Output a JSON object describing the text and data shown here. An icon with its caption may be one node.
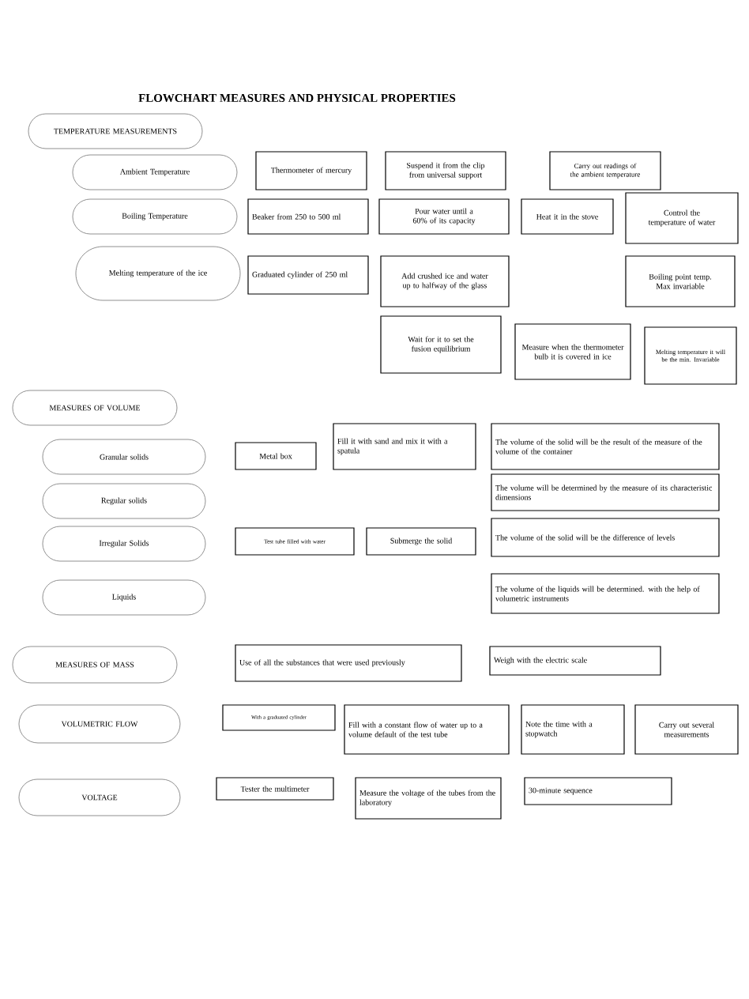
{
  "diagram": {
    "title": "FLOWCHART MEASURES AND PHYSICAL PROPERTIES",
    "nodes": [
      {
        "text": [
          "TEMPERATURE MEASUREMENTS"
        ]
      },
      {
        "text": [
          "Ambient Temperature"
        ]
      },
      {
        "text": [
          "Boiling Temperature"
        ]
      },
      {
        "text": [
          "Melting temperature of the ice"
        ]
      },
      {
        "text": [
          "Thermometer of mercury"
        ]
      },
      {
        "text": [
          "Suspend it from the clip from universal support"
        ]
      },
      {
        "text": [
          "Carry out readings of the ambient temperature"
        ]
      },
      {
        "text": [
          "Beaker from 250 to 500 ml"
        ]
      },
      {
        "text": [
          "Pour water until a 60% of its capacity"
        ]
      },
      {
        "text": [
          "Heat it in the stove"
        ]
      },
      {
        "text": [
          "Control the temperature of water"
        ]
      },
      {
        "text": [
          "Graduated cylinder of 250 ml"
        ]
      },
      {
        "text": [
          "Add crushed ice and water up to halfway of the glass"
        ]
      },
      {
        "text": [
          "Boiling point temp. Max invariable"
        ]
      },
      {
        "text": [
          "Wait for it to set the fusion equilibrium"
        ]
      },
      {
        "text": [
          "Measure when the thermometer bulb it is covered in ice"
        ]
      },
      {
        "text": [
          "Melting temperature it will be the min. Invariable"
        ]
      },
      {
        "text": [
          "MEASURES OF VOLUME"
        ]
      },
      {
        "text": [
          "Granular solids"
        ]
      },
      {
        "text": [
          "Regular solids"
        ]
      },
      {
        "text": [
          "Irregular Solids"
        ]
      },
      {
        "text": [
          "Liquids"
        ]
      },
      {
        "text": [
          "Metal box"
        ]
      },
      {
        "text": [
          "Fill it with sand and mix it with a spatula"
        ]
      },
      {
        "text": [
          "The volume of the solid will be the result of the measure of the volume of the container"
        ]
      },
      {
        "text": [
          "The volume will be determined by the measure of its characteristic dimensions"
        ]
      },
      {
        "text": [
          "Test tube filled with water"
        ]
      },
      {
        "text": [
          "Submerge the solid"
        ]
      },
      {
        "text": [
          "The volume of the solid will be the difference of levels"
        ]
      },
      {
        "text": [
          "The volume of the liquids will be determined. with the help of volumetric instruments"
        ]
      },
      {
        "text": [
          "MEASURES OF MASS"
        ]
      },
      {
        "text": [
          "Use of all the substances that were used previously"
        ]
      },
      {
        "text": [
          "Weigh with the electric scale"
        ]
      },
      {
        "text": [
          "VOLUMETRIC FLOW"
        ]
      },
      {
        "text": [
          "With a graduated cylinder"
        ]
      },
      {
        "text": [
          "Fill with a constant flow of water up to a volume default of the test tube"
        ]
      },
      {
        "text": [
          "Note the time with a stopwatch"
        ]
      },
      {
        "text": [
          "Carry out several measurements"
        ]
      },
      {
        "text": [
          "VOLTAGE"
        ]
      },
      {
        "text": [
          "Tester the multimeter"
        ]
      },
      {
        "text": [
          "Measure the voltage of the tubes from the laboratory"
        ]
      },
      {
        "text": [
          "30-minute sequence"
        ]
      }
    ]
  }
}
